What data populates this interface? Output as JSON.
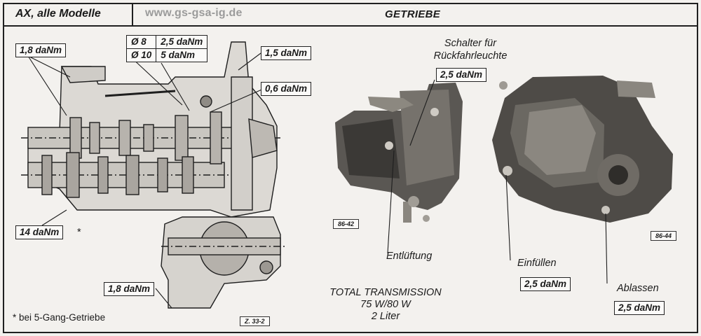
{
  "header": {
    "model": "AX, alle Modelle",
    "url": "www.gs-gsa-ig.de",
    "title": "GETRIEBE"
  },
  "left_diagram": {
    "labels": {
      "t1": "1,8 daNm",
      "t2": "1,5 daNm",
      "t3": "0,6 daNm",
      "t4": "14 daNm",
      "t4_star": "*",
      "t5": "1,8 daNm"
    },
    "table": [
      {
        "dia": "Ø 8",
        "torque": "2,5 daNm"
      },
      {
        "dia": "Ø 10",
        "torque": "5 daNm"
      }
    ],
    "footnote": "*  bei 5-Gang-Getriebe",
    "figure_ref": "Z. 33-2"
  },
  "middle": {
    "switch_label": "Schalter für\nRückfahrleuchte",
    "switch_torque": "2,5 daNm",
    "photo_ref": "86-42",
    "vent_label": "Entlüftung",
    "transmission_oil": {
      "line1": "TOTAL TRANSMISSION",
      "line2": "75 W/80 W",
      "line3": "2 Liter"
    }
  },
  "right": {
    "photo_ref": "86-44",
    "fill_label": "Einfüllen",
    "fill_torque": "2,5 daNm",
    "drain_label": "Ablassen",
    "drain_torque": "2,5 daNm"
  }
}
